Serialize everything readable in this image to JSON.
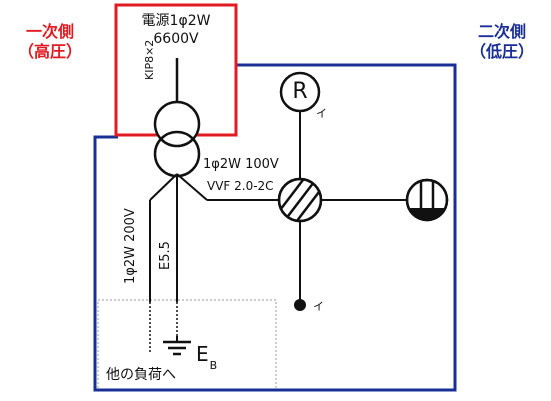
{
  "primary_side": {
    "title": "一次側",
    "subtitle": "（高圧）",
    "color": "#e11b22"
  },
  "secondary_side": {
    "title": "二次側",
    "subtitle": "（低圧）",
    "color": "#1a2f95"
  },
  "source": {
    "line1": "電源1φ2W",
    "line2": "6600V"
  },
  "primary_cable": "KIP8×2",
  "secondary_supply": {
    "line1": "1φ2W 100V",
    "line2": "VVF 2.0-2C"
  },
  "branch_200v": "1φ2W 200V",
  "earth_wire": "E5.5",
  "earth": {
    "main": "E",
    "sub": "B"
  },
  "other_load": "他の負荷へ",
  "switch_label_top": "イ",
  "switch_label_bottom": "イ",
  "receptacle_symbol": "R"
}
